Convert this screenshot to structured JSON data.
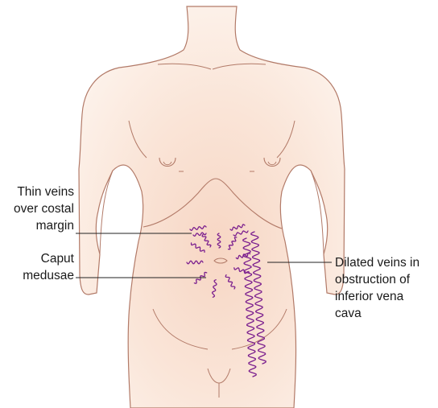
{
  "labels": {
    "thin_veins": [
      "Thin veins",
      "over costal",
      "margin"
    ],
    "caput": [
      "Caput",
      "medusae"
    ],
    "dilated": [
      "Dilated veins in",
      "obstruction of",
      "inferior vena",
      "cava"
    ]
  },
  "colors": {
    "skin_light": "#fdf3ec",
    "skin_mid": "#f8dccb",
    "outline": "#b27a68",
    "vein": "#7b1f8e",
    "leader": "#222222"
  }
}
